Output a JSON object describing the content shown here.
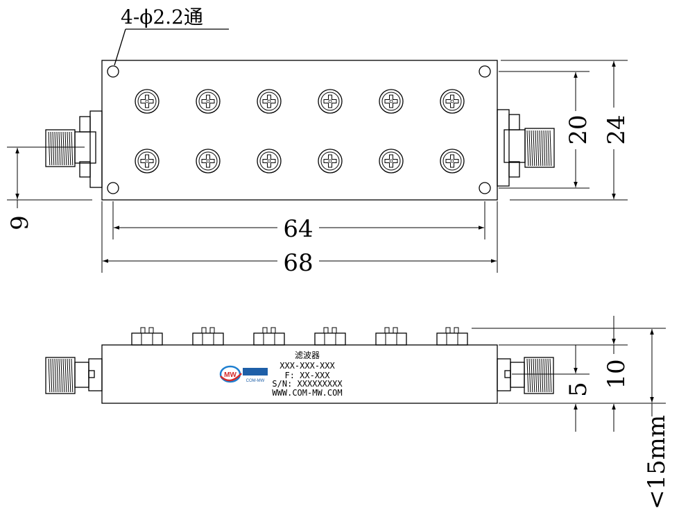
{
  "title_note": "4-ϕ2.2通",
  "dimensions": {
    "d64": "64",
    "d68": "68",
    "d20": "20",
    "d24": "24",
    "d9": "9",
    "d10": "10",
    "d5": "5",
    "d15": "<15mm"
  },
  "nameplate": {
    "product": "滤波器",
    "model": "XXX-XXX-XXX",
    "freq": "F: XX-XXX",
    "serial": "S/N: XXXXXXXXX",
    "website": "WWW.COM-MW.COM",
    "logo_text": "MW",
    "logo_sub": "COM-MW"
  }
}
